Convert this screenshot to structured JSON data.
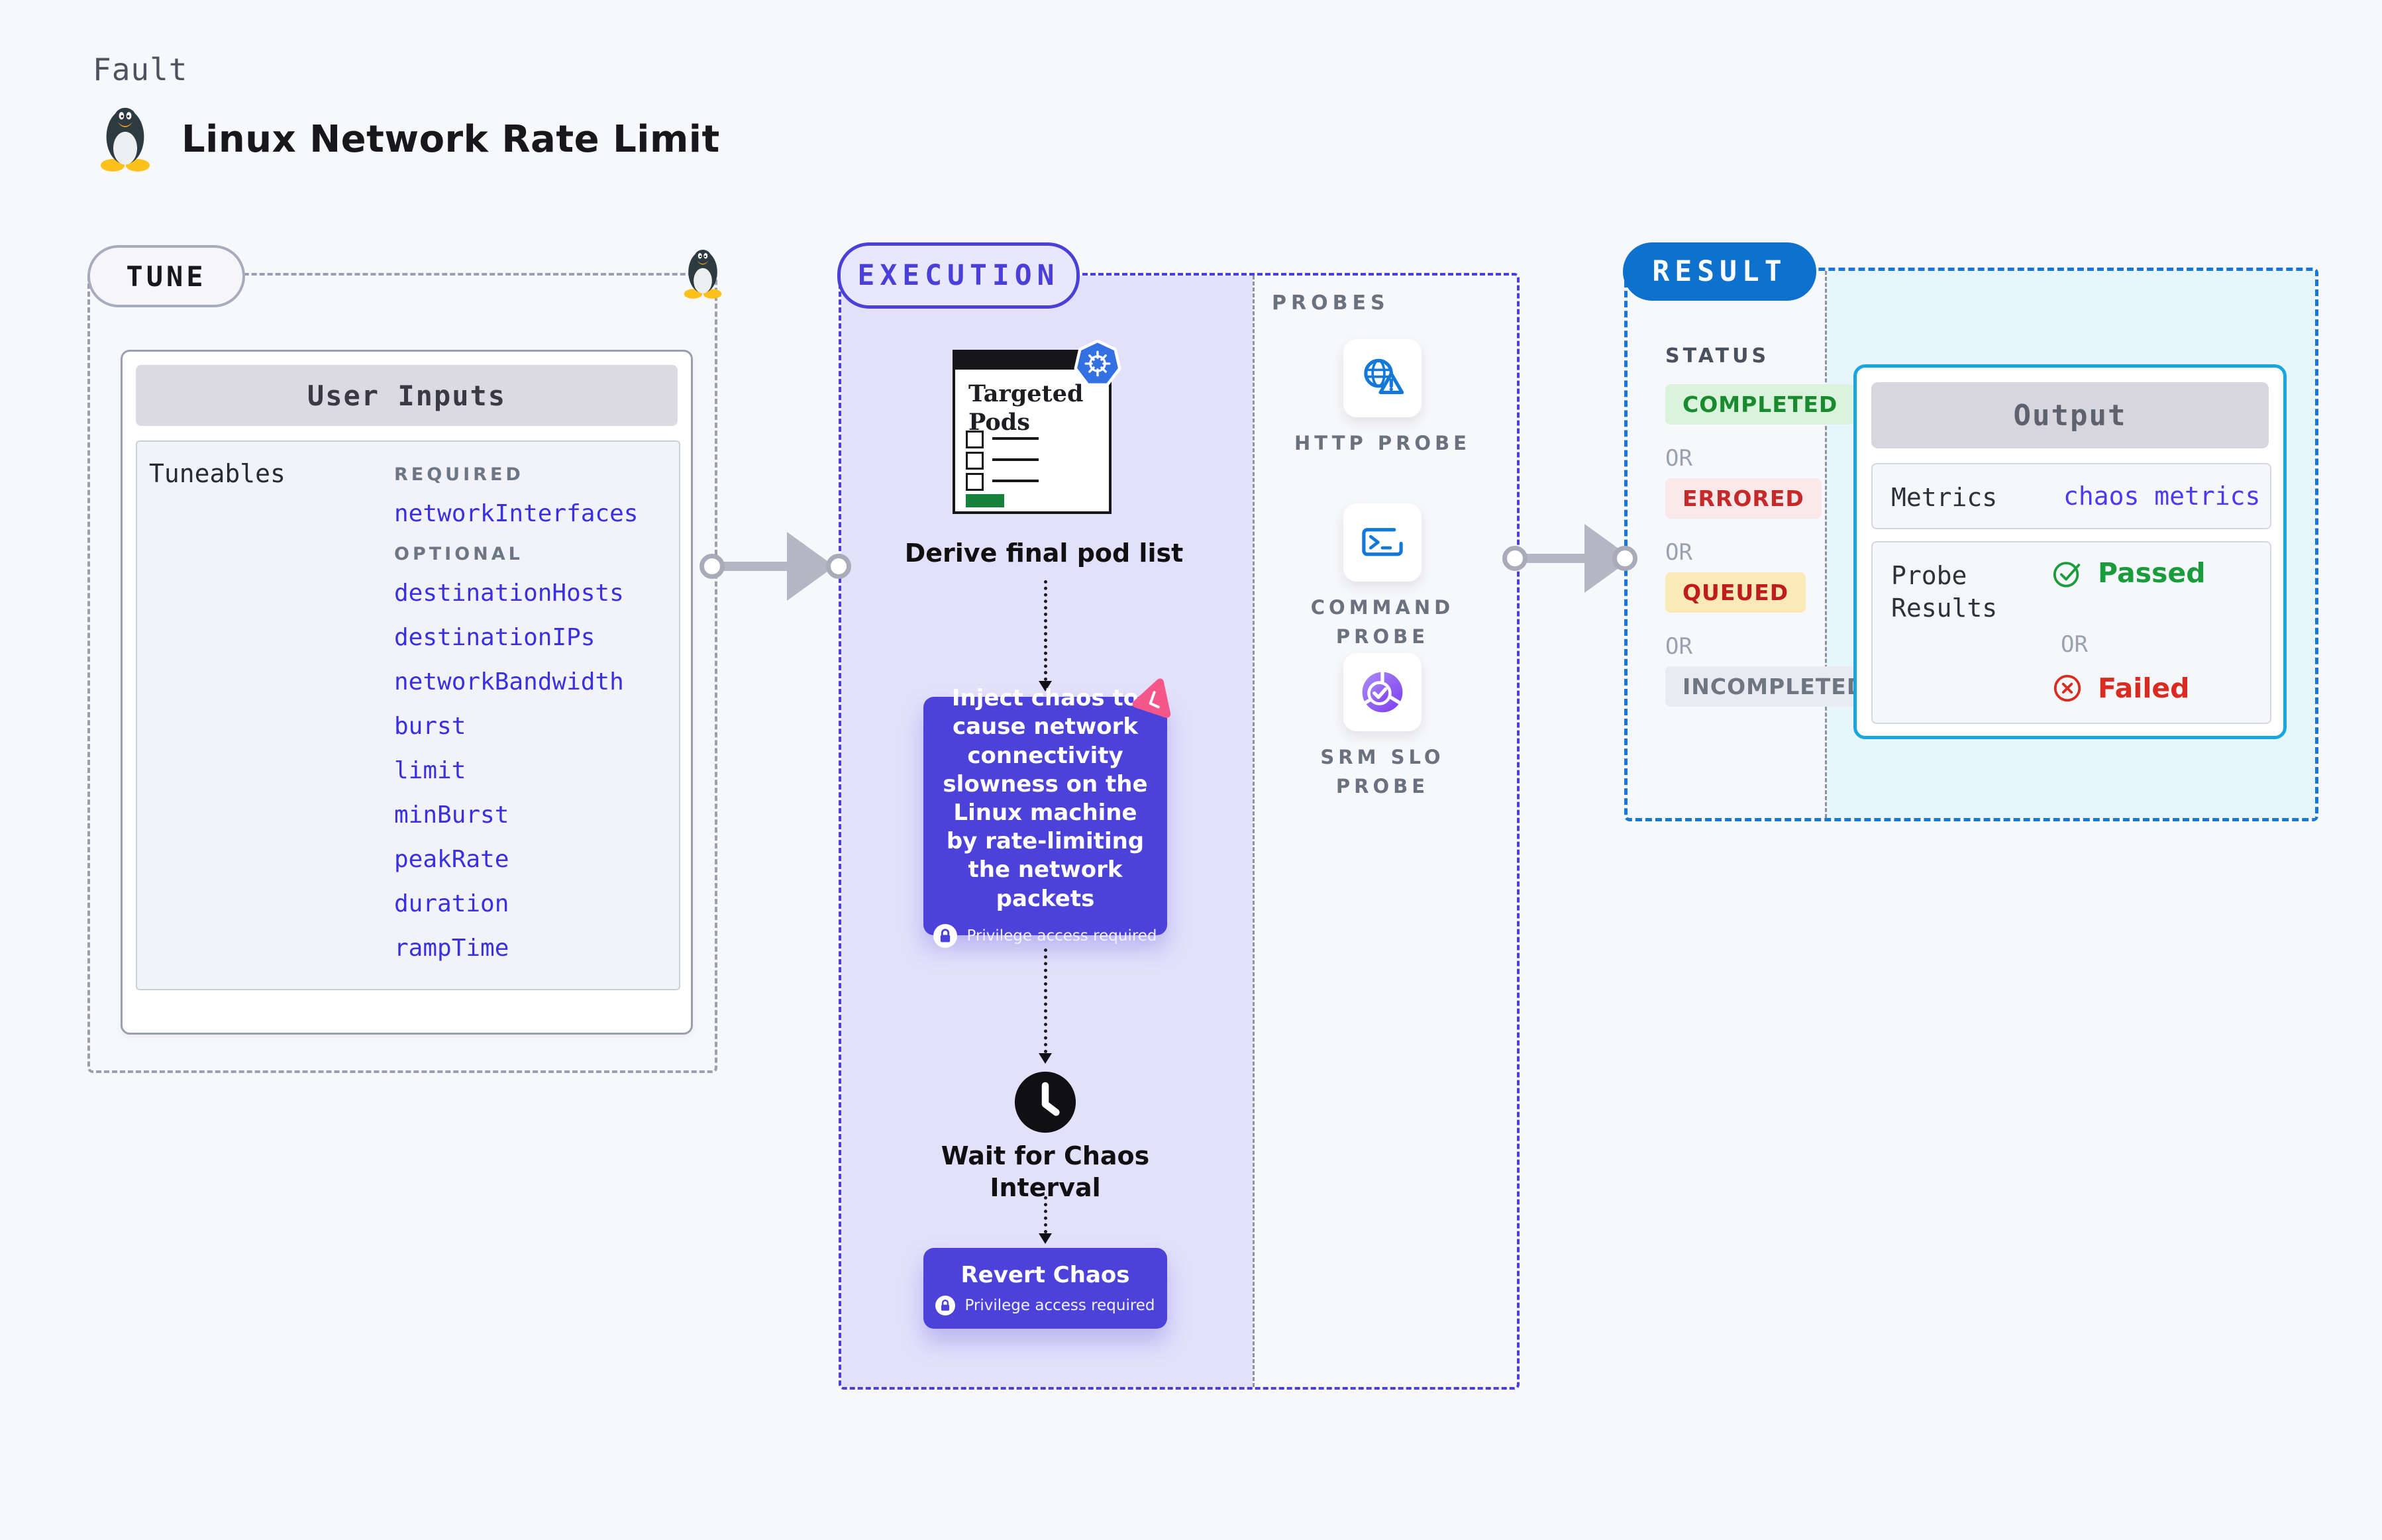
{
  "header": {
    "kicker": "Fault",
    "title": "Linux Network Rate Limit"
  },
  "tune": {
    "badge": "TUNE",
    "card_title": "User Inputs",
    "tuneables_label": "Tuneables",
    "required_label": "REQUIRED",
    "optional_label": "OPTIONAL",
    "required_items": [
      "networkInterfaces"
    ],
    "optional_items": [
      "destinationHosts",
      "destinationIPs",
      "networkBandwidth",
      "burst",
      "limit",
      "minBurst",
      "peakRate",
      "duration",
      "rampTime"
    ]
  },
  "execution": {
    "badge": "EXECUTION",
    "targeted_pods_title": "Targeted Pods",
    "derive_label": "Derive final pod list",
    "inject_text": "Inject chaos to cause network connectivity slowness on the Linux machine by rate-limiting the network packets",
    "privilege_label": "Privilege access required",
    "wait_label": "Wait for Chaos Interval",
    "revert_label": "Revert Chaos"
  },
  "probes": {
    "label": "PROBES",
    "items": [
      {
        "name": "HTTP PROBE",
        "icon": "globe-alert-icon",
        "lines": [
          "HTTP PROBE"
        ]
      },
      {
        "name": "COMMAND PROBE",
        "icon": "terminal-icon",
        "lines": [
          "COMMAND",
          "PROBE"
        ]
      },
      {
        "name": "SRM SLO PROBE",
        "icon": "slo-donut-icon",
        "lines": [
          "SRM SLO",
          "PROBE"
        ]
      }
    ]
  },
  "result": {
    "badge": "RESULT",
    "status_label": "STATUS",
    "or_label": "OR",
    "statuses": [
      {
        "label": "COMPLETED",
        "fg": "#1a8a2e",
        "bg": "#d9f3dd"
      },
      {
        "label": "ERRORED",
        "fg": "#c42a2a",
        "bg": "#fbe9e9"
      },
      {
        "label": "QUEUED",
        "fg": "#bf1d1d",
        "bg": "#fbeab7"
      },
      {
        "label": "INCOMPLETED",
        "fg": "#6e7681",
        "bg": "#e9ebf2"
      }
    ],
    "output": {
      "title": "Output",
      "metrics_label": "Metrics",
      "metrics_value": "chaos metrics",
      "probe_results_label": "Probe Results",
      "passed_label": "Passed",
      "failed_label": "Failed"
    }
  },
  "colors": {
    "page_bg": "#f7f8fb",
    "accent_purple": "#4a40d8",
    "chaos_box": "#4c42da",
    "lavender_fill": "#e3e1fa",
    "result_blue": "#0e71cd",
    "result_dash": "#1777d4",
    "output_border": "#18a6e0",
    "cyan_fill": "#e7f5fc",
    "link_blue": "#3a30e2",
    "passed_green": "#1b9c3c",
    "failed_red": "#d92b20",
    "arrow_gray": "#b5b6c4",
    "kubernetes_blue": "#3371e3",
    "litmus_pink": "#f5578a"
  }
}
